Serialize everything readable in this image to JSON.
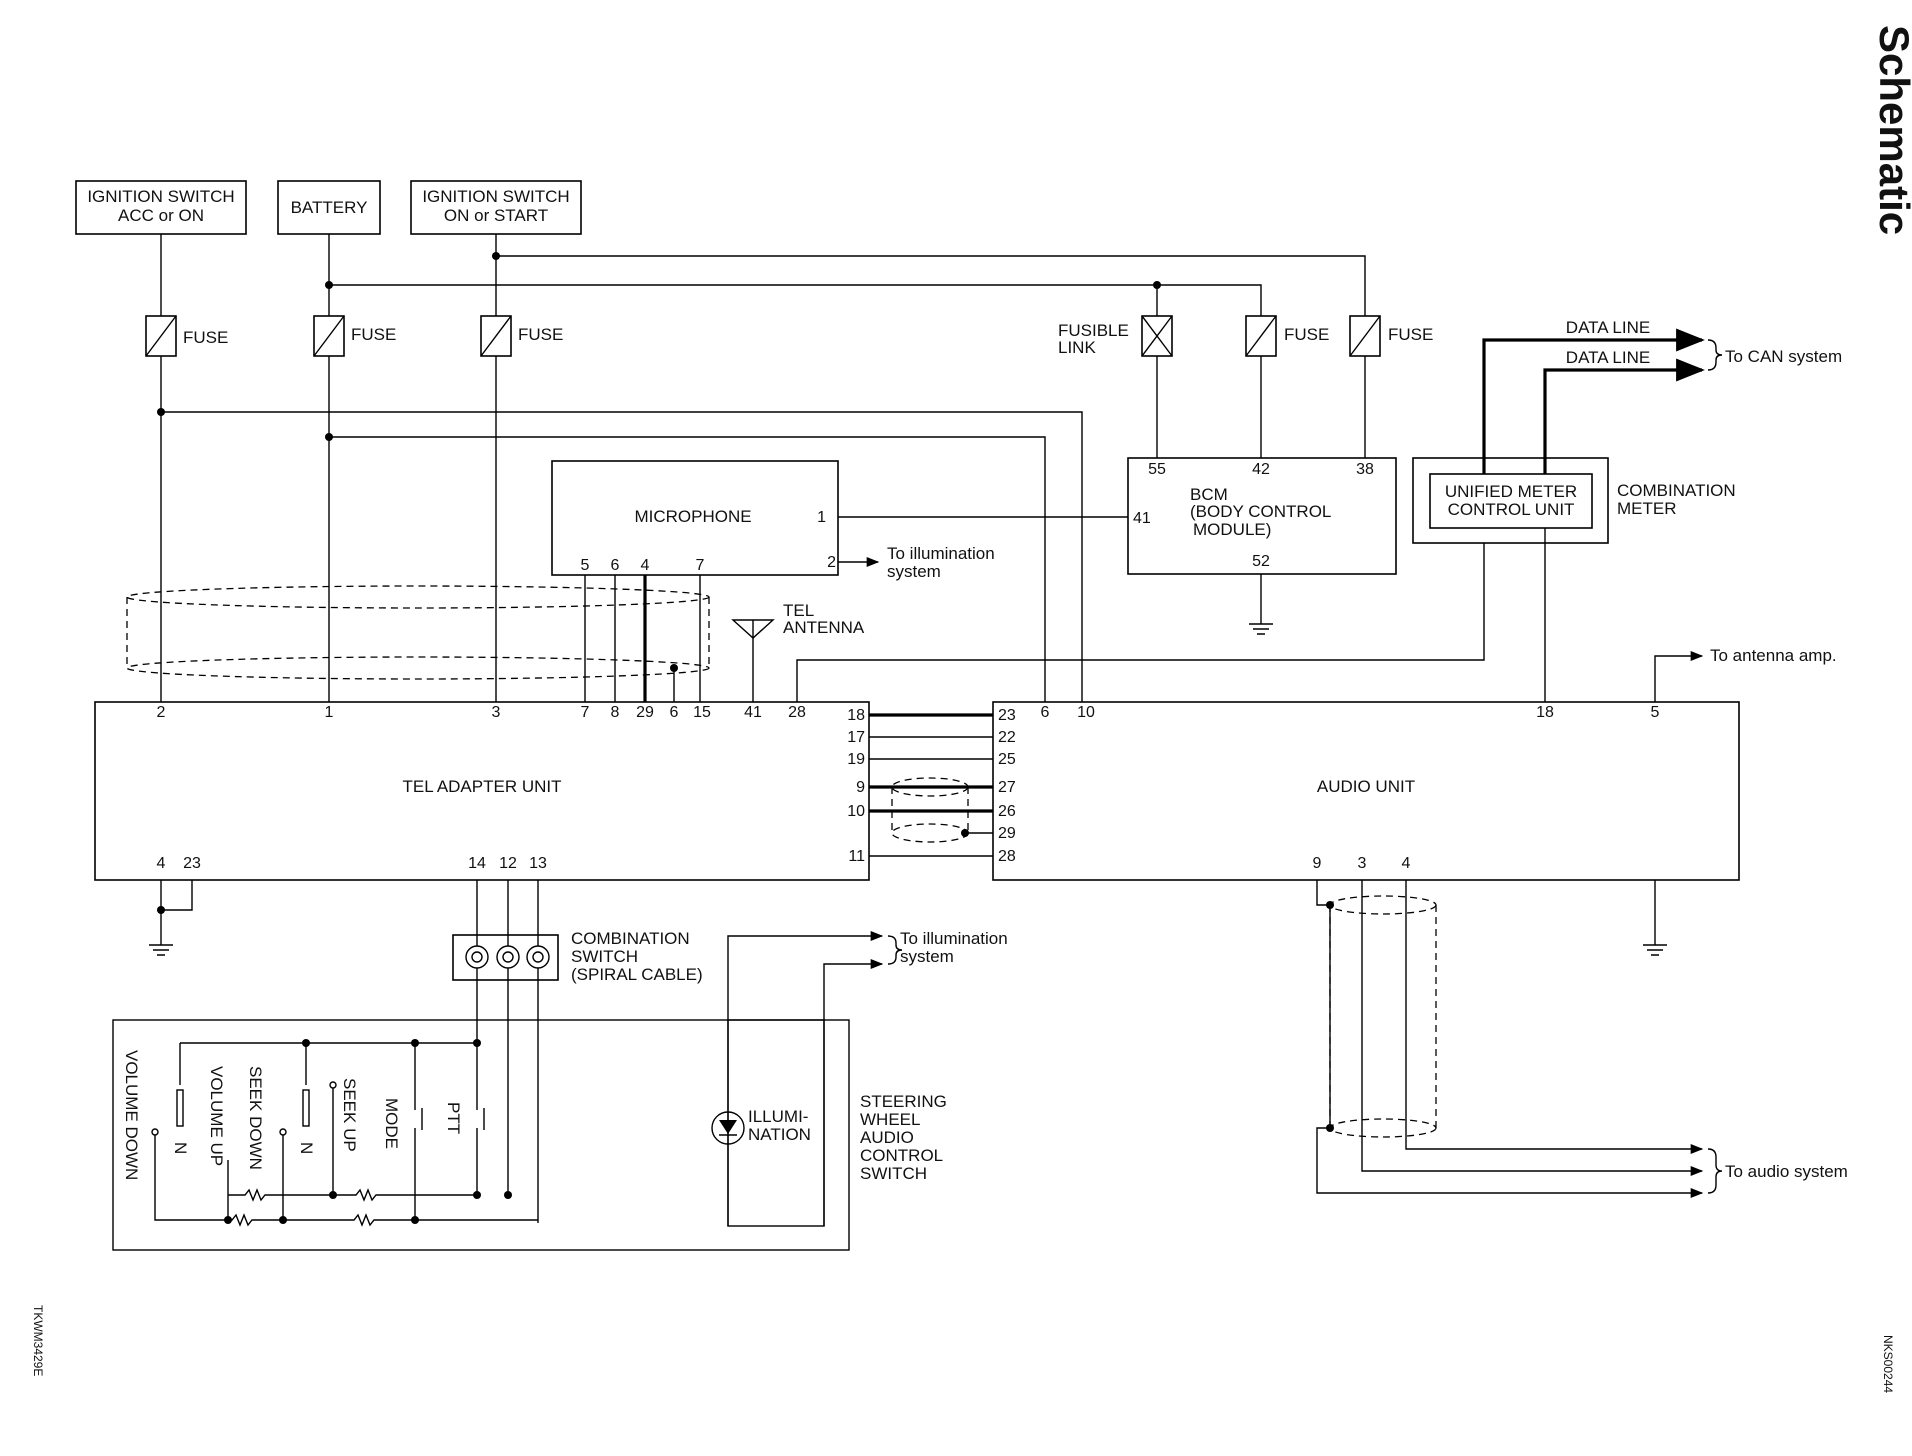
{
  "page": {
    "title": "Schematic",
    "left_code": "TKWM3429E",
    "right_code": "NKS00244"
  },
  "sources": {
    "ign_acc_1": "IGNITION SWITCH",
    "ign_acc_2": "ACC or ON",
    "battery": "BATTERY",
    "ign_on_1": "IGNITION SWITCH",
    "ign_on_2": "ON or START"
  },
  "fuses": {
    "fuse": "FUSE",
    "fusible_1": "FUSIBLE",
    "fusible_2": "LINK"
  },
  "microphone": {
    "label": "MICROPHONE",
    "pins": [
      "1",
      "2",
      "5",
      "6",
      "4",
      "7"
    ],
    "to_illum_1": "To illumination",
    "to_illum_2": "system"
  },
  "bcm": {
    "l1": "BCM",
    "l2": "(BODY CONTROL",
    "l3": "MODULE)",
    "pins": [
      "55",
      "42",
      "38",
      "41",
      "52"
    ]
  },
  "meter": {
    "unit_1": "UNIFIED METER",
    "unit_2": "CONTROL UNIT",
    "comb_1": "COMBINATION",
    "comb_2": "METER",
    "data_line": "DATA LINE",
    "to_can": "To CAN system"
  },
  "tel_antenna": {
    "l1": "TEL",
    "l2": "ANTENNA"
  },
  "tel_adapter": {
    "label": "TEL ADAPTER UNIT",
    "top_pins": [
      "2",
      "1",
      "3",
      "7",
      "8",
      "29",
      "6",
      "15",
      "41",
      "28"
    ],
    "right_pins": [
      "18",
      "17",
      "19",
      "9",
      "10",
      "11"
    ],
    "bottom_pins": [
      "4",
      "23",
      "14",
      "12",
      "13"
    ]
  },
  "audio_unit": {
    "label": "AUDIO UNIT",
    "left_pins": [
      "23",
      "22",
      "25",
      "27",
      "26",
      "29",
      "28"
    ],
    "top_pins": [
      "6",
      "10",
      "18",
      "5"
    ],
    "bottom_pins": [
      "9",
      "3",
      "4"
    ],
    "to_antenna": "To antenna amp."
  },
  "combination_switch": {
    "l1": "COMBINATION",
    "l2": "SWITCH",
    "l3": "(SPIRAL CABLE)"
  },
  "to_illum2": {
    "l1": "To illumination",
    "l2": "system"
  },
  "steering_switch": {
    "labels": [
      "VOLUME DOWN",
      "N",
      "VOLUME UP",
      "SEEK DOWN",
      "N",
      "SEEK UP",
      "MODE",
      "PTT"
    ],
    "illum_1": "ILLUMI-",
    "illum_2": "NATION",
    "sw_1": "STEERING",
    "sw_2": "WHEEL",
    "sw_3": "AUDIO",
    "sw_4": "CONTROL",
    "sw_5": "SWITCH"
  },
  "to_audio": "To audio system"
}
